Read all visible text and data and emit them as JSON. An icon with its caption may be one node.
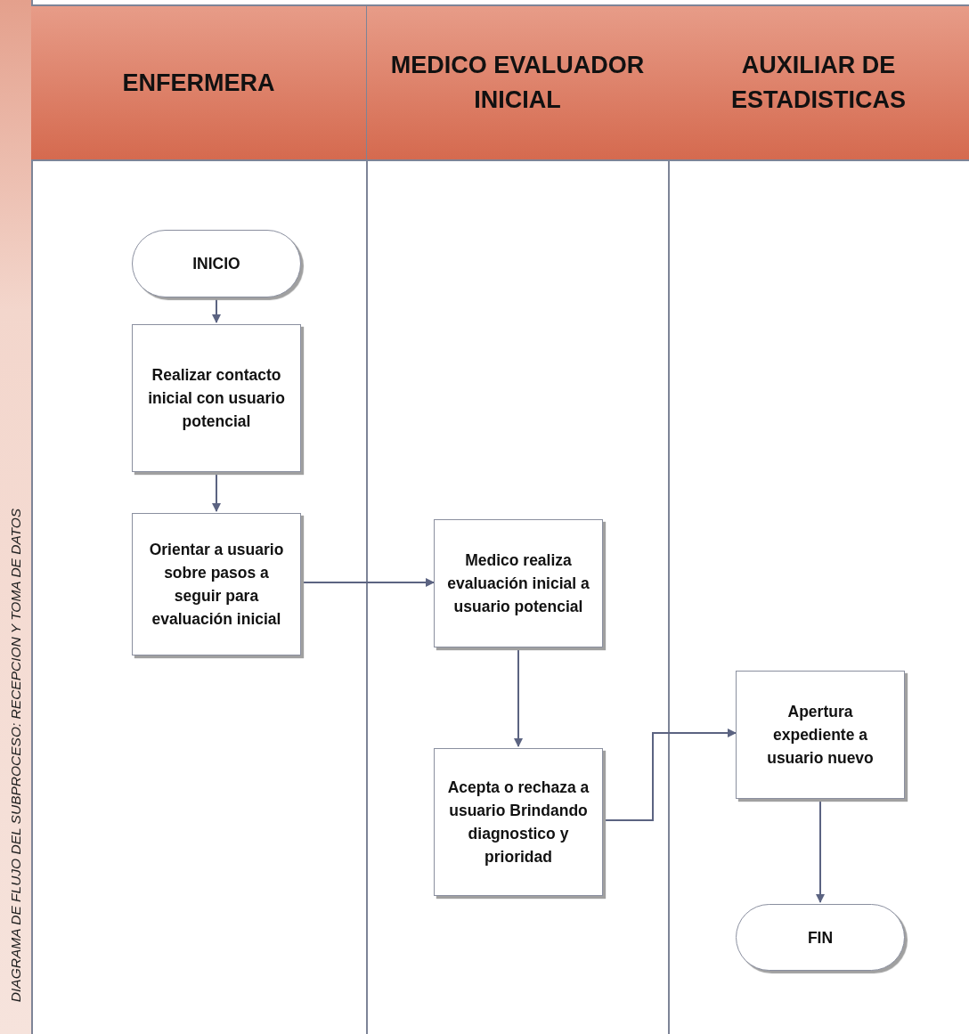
{
  "diagram": {
    "nodes": [
      {
        "text": [
          "DIAGRAMA DE FLUJO DEL SUBPROCESO: RECEPCION Y TOMA DE DATOS"
        ]
      },
      {
        "text": [
          "ENFERMERA"
        ]
      },
      {
        "text": [
          "MEDICO EVALUADOR INICIAL"
        ]
      },
      {
        "text": [
          "AUXILIAR DE ESTADISTICAS"
        ]
      },
      {
        "text": [
          "INICIO"
        ],
        "in": 1
      },
      {
        "text": [
          "Realizar contacto inicial con usuario potencial"
        ],
        "in": 1
      },
      {
        "text": [
          "Orientar a usuario sobre pasos a seguir para evaluación inicial"
        ],
        "in": 1
      },
      {
        "text": [
          "Medico realiza evaluación inicial a usuario potencial"
        ],
        "in": 2
      },
      {
        "text": [
          "Acepta o rechaza a usuario Brindando diagnostico y prioridad"
        ],
        "in": 2
      },
      {
        "text": [
          "Apertura expediente a usuario nuevo"
        ],
        "in": 3
      },
      {
        "text": [
          "FIN"
        ],
        "in": 3
      }
    ],
    "edges": [
      {
        "from": 4,
        "to": 5,
        "arrow": "to"
      },
      {
        "from": 5,
        "to": 6,
        "arrow": "to"
      },
      {
        "from": 6,
        "to": 7,
        "arrow": "to"
      },
      {
        "from": 7,
        "to": 8,
        "arrow": "to"
      },
      {
        "from": 8,
        "to": 9,
        "arrow": "to"
      },
      {
        "from": 9,
        "to": 10,
        "arrow": "to"
      }
    ]
  }
}
